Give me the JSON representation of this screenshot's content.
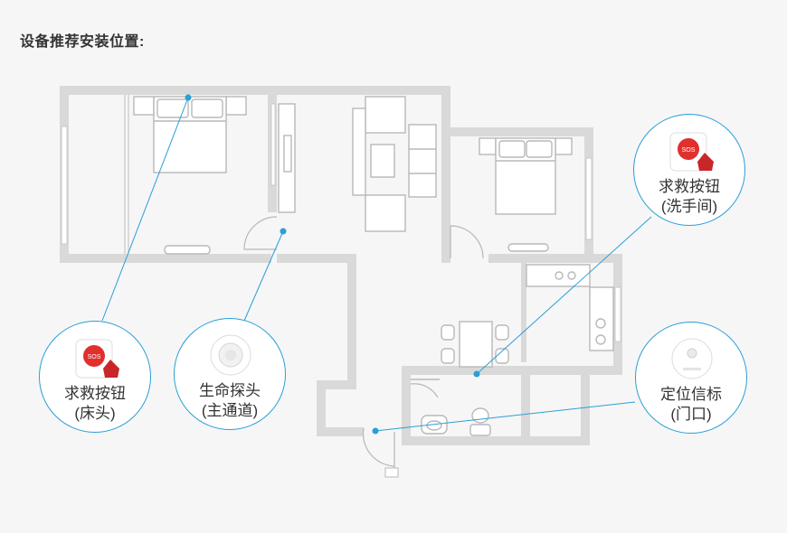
{
  "title": "设备推荐安装位置:",
  "accent_color": "#2a9fd6",
  "wall_color": "#d9d9d9",
  "callouts": [
    {
      "id": "sos-bed",
      "line1": "求救按钮",
      "line2": "(床头)",
      "icon": "sos-button-icon"
    },
    {
      "id": "pir",
      "line1": "生命探头",
      "line2": "(主通道)",
      "icon": "motion-sensor-icon"
    },
    {
      "id": "sos-bath",
      "line1": "求救按钮",
      "line2": "(洗手间)",
      "icon": "sos-button-icon"
    },
    {
      "id": "beacon",
      "line1": "定位信标",
      "line2": "(门口)",
      "icon": "beacon-icon"
    }
  ],
  "device_labels": {
    "sos": "SOS"
  }
}
